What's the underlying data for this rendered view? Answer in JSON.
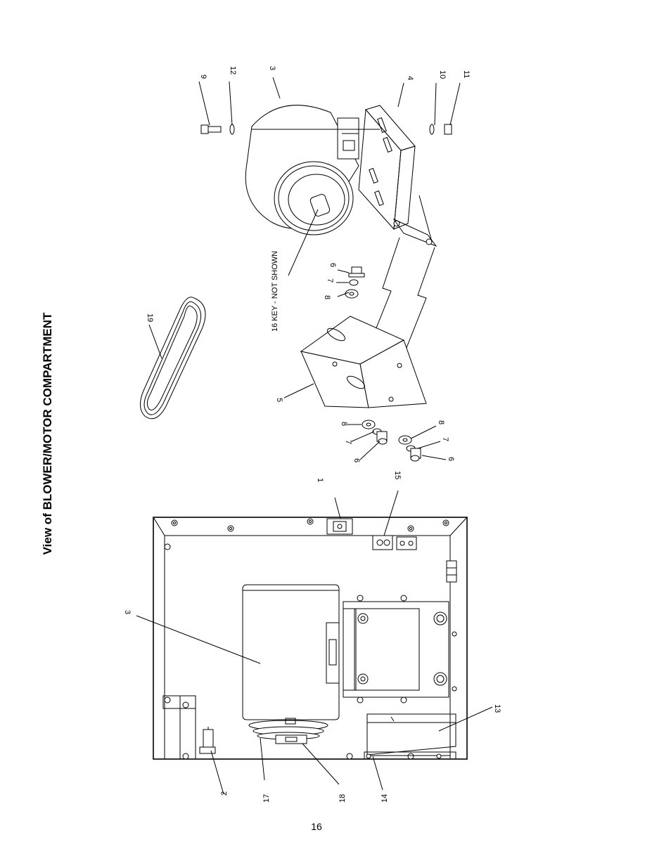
{
  "title": "View of BLOWER/MOTOR COMPARTMENT",
  "page_number": "16",
  "key_note": "16 KEY - NOT SHOWN",
  "callouts": {
    "c1": "1",
    "c2": "2",
    "c3a": "3",
    "c3b": "3",
    "c4": "4",
    "c5": "5",
    "c6a": "6",
    "c6b": "6",
    "c6c": "6",
    "c7a": "7",
    "c7b": "7",
    "c7c": "7",
    "c8a": "8",
    "c8b": "8",
    "c8c": "8",
    "c9": "9",
    "c10": "10",
    "c11": "11",
    "c12": "12",
    "c13": "13",
    "c14": "14",
    "c15": "15",
    "c17": "17",
    "c18": "18",
    "c19": "19"
  }
}
